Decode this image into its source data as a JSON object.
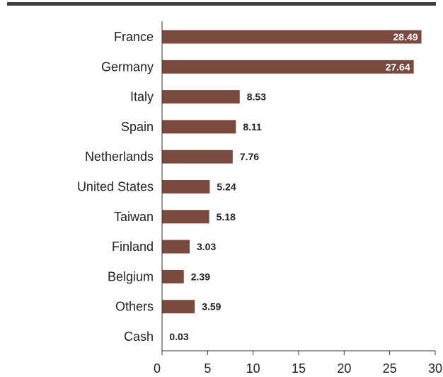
{
  "chart_data": {
    "type": "bar",
    "orientation": "horizontal",
    "categories": [
      "France",
      "Germany",
      "Italy",
      "Spain",
      "Netherlands",
      "United States",
      "Taiwan",
      "Finland",
      "Belgium",
      "Others",
      "Cash"
    ],
    "values": [
      28.49,
      27.64,
      8.53,
      8.11,
      7.76,
      5.24,
      5.18,
      3.03,
      2.39,
      3.59,
      0.03
    ],
    "value_labels": [
      "28.49",
      "27.64",
      "8.53",
      "8.11",
      "7.76",
      "5.24",
      "5.18",
      "3.03",
      "2.39",
      "3.59",
      "0.03"
    ],
    "xlim": [
      0,
      30
    ],
    "x_ticks": [
      0,
      5,
      10,
      15,
      20,
      25,
      30
    ],
    "x_tick_labels": [
      "0",
      "5",
      "10",
      "15",
      "20",
      "25",
      "30"
    ],
    "grid": false,
    "legend": "none",
    "bar_color": "#7b4a3e",
    "inside_label_color": "#ffffff",
    "outside_label_color": "#222222"
  }
}
